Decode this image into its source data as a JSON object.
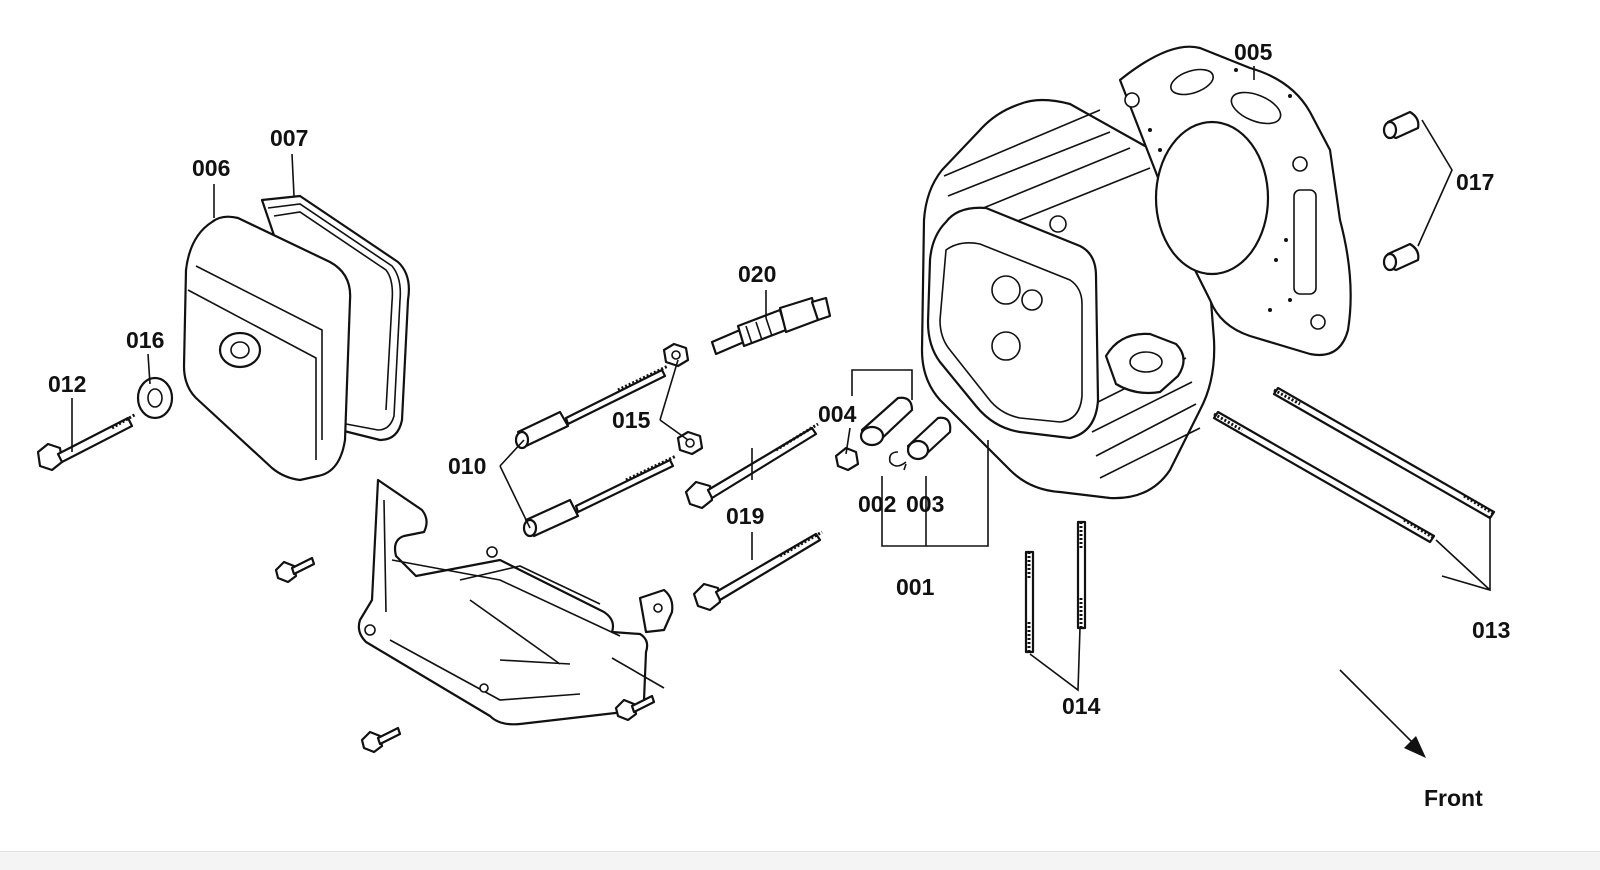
{
  "labels": {
    "p001": "001",
    "p002": "002",
    "p003": "003",
    "p004": "004",
    "p005": "005",
    "p006": "006",
    "p007": "007",
    "p010": "010",
    "p012": "012",
    "p013": "013",
    "p014": "014",
    "p015": "015",
    "p016": "016",
    "p017": "017",
    "p019": "019",
    "p020": "020"
  },
  "direction": {
    "text": "Front"
  },
  "colors": {
    "ink": "#111111",
    "paper": "#ffffff"
  }
}
